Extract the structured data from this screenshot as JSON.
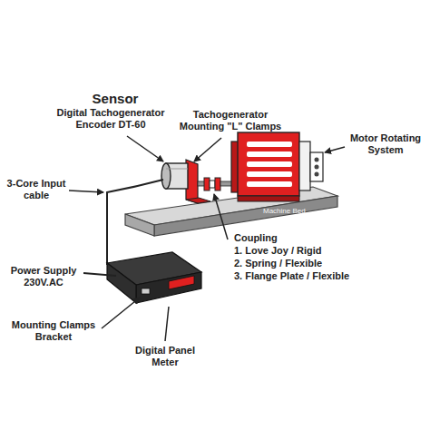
{
  "diagram": {
    "labels": [
      "Sensor",
      "Digital Tachogenerator Encoder DT-60",
      "Tachogenerator Mounting \"L\" Clamps",
      "Motor Rotating System",
      "3-Core Input cable",
      "Machine Bed",
      "Coupling",
      "1. Love Joy / Rigid",
      "2. Spring / Flexible",
      "3. Flange Plate / Flexible",
      "Power Supply 230V.AC",
      "Mounting Clamps Bracket",
      "Digital Panel Meter"
    ]
  }
}
